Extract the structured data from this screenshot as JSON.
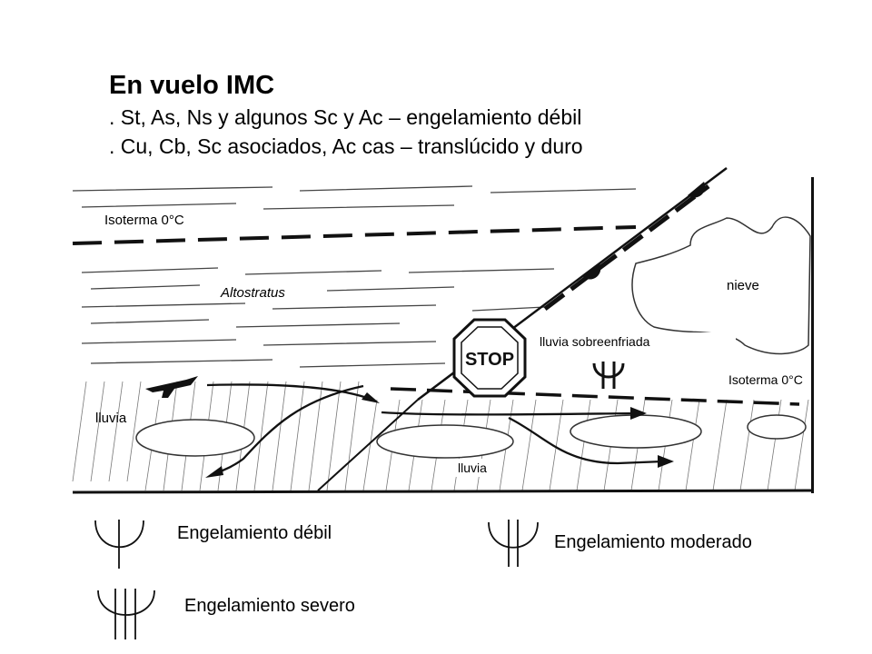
{
  "heading": {
    "title": "En vuelo IMC",
    "line1": ". St, As, Ns y algunos Sc y Ac – engelamiento débil",
    "line2": ". Cu, Cb, Sc asociados, Ac cas – translúcido y duro"
  },
  "diagram": {
    "isotherm_top": "Isoterma 0°C",
    "isotherm_right": "Isoterma 0°C",
    "altostratus": "Altostratus",
    "snow": "nieve",
    "supercooled_rain": "lluvia sobreenfriada",
    "rain_left": "lluvia",
    "rain_bottom": "lluvia",
    "stop_sign": "STOP"
  },
  "legend": {
    "weak": "Engelamiento débil",
    "moderate": "Engelamiento moderado",
    "severe": "Engelamiento severo"
  }
}
